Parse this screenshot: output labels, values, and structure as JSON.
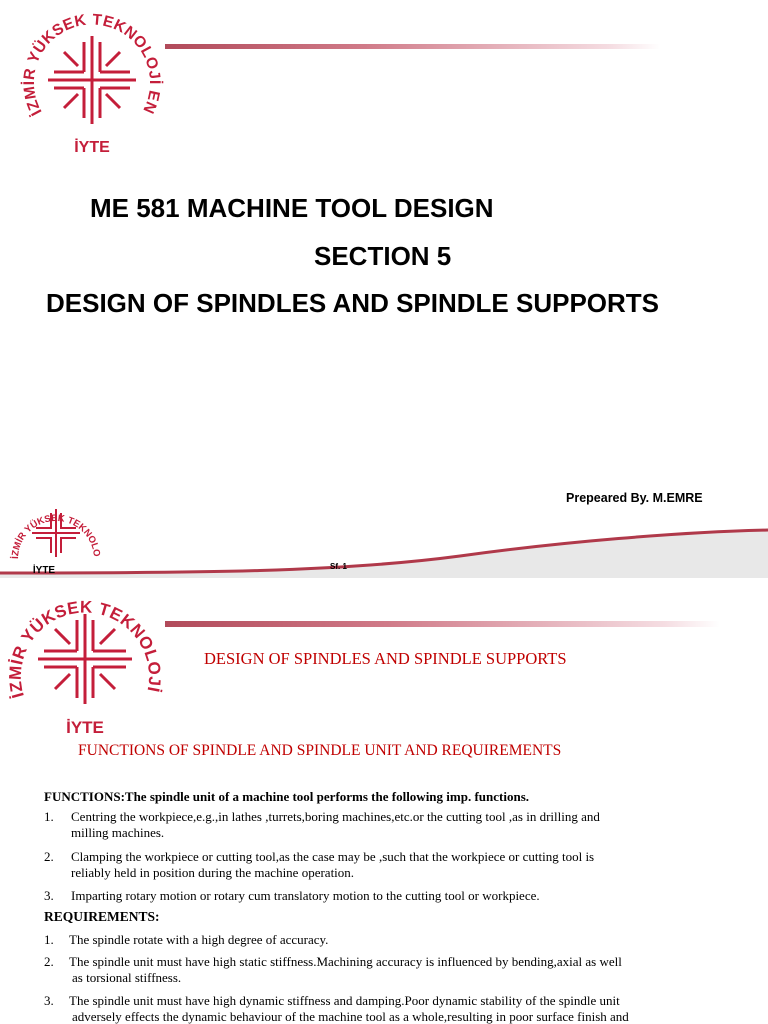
{
  "slide1": {
    "logo": {
      "ring_text": "İZMİR YÜKSEK TEKNOLOJİ ENSTİTÜSÜ",
      "abbrev": "İYTE"
    },
    "title_lines": [
      "ME 581 MACHINE TOOL DESIGN",
      "SECTION 5",
      "DESIGN OF SPINDLES AND SPINDLE SUPPORTS"
    ],
    "prepared_by": "Prepeared By. M.EMRE",
    "slide_number": "Sf. 1"
  },
  "slide2": {
    "heading": "DESIGN OF SPINDLES AND SPINDLE SUPPORTS",
    "subheading": "FUNCTIONS OF SPINDLE AND SPINDLE UNIT AND REQUIREMENTS",
    "functions_intro": "FUNCTIONS:The spindle unit of a machine tool performs the following imp. functions.",
    "functions": [
      {
        "num": "1.",
        "line1": "Centring the workpiece,e.g.,in lathes ,turrets,boring machines,etc.or the cutting tool ,as in drilling and",
        "line2": "milling machines."
      },
      {
        "num": "2.",
        "line1": "Clamping the workpiece or cutting tool,as the case may be ,such that the workpiece or cutting tool is",
        "line2": "reliably held in position during the machine operation."
      },
      {
        "num": "3.",
        "line1": "Imparting rotary motion or rotary cum translatory motion to the cutting tool or workpiece.",
        "line2": ""
      }
    ],
    "requirements_label": "REQUIREMENTS:",
    "requirements": [
      {
        "num": "1.",
        "line1": "The spindle rotate with a high degree of accuracy.",
        "line2": ""
      },
      {
        "num": "2.",
        "line1": "The spindle unit must have high static stiffness.Machining accuracy is influenced by bending,axial as well",
        "line2": "as torsional stiffness."
      },
      {
        "num": "3.",
        "line1": "The spindle unit must have high dynamic stiffness and damping.Poor dynamic stability of the spindle unit",
        "line2": "adversely effects the dynamic behaviour of the machine tool as a whole,resulting in poor surface finish and"
      }
    ]
  },
  "colors": {
    "brand_red": "#c41e3a",
    "heading_red": "#c00000",
    "wave_red": "#b0394a"
  }
}
